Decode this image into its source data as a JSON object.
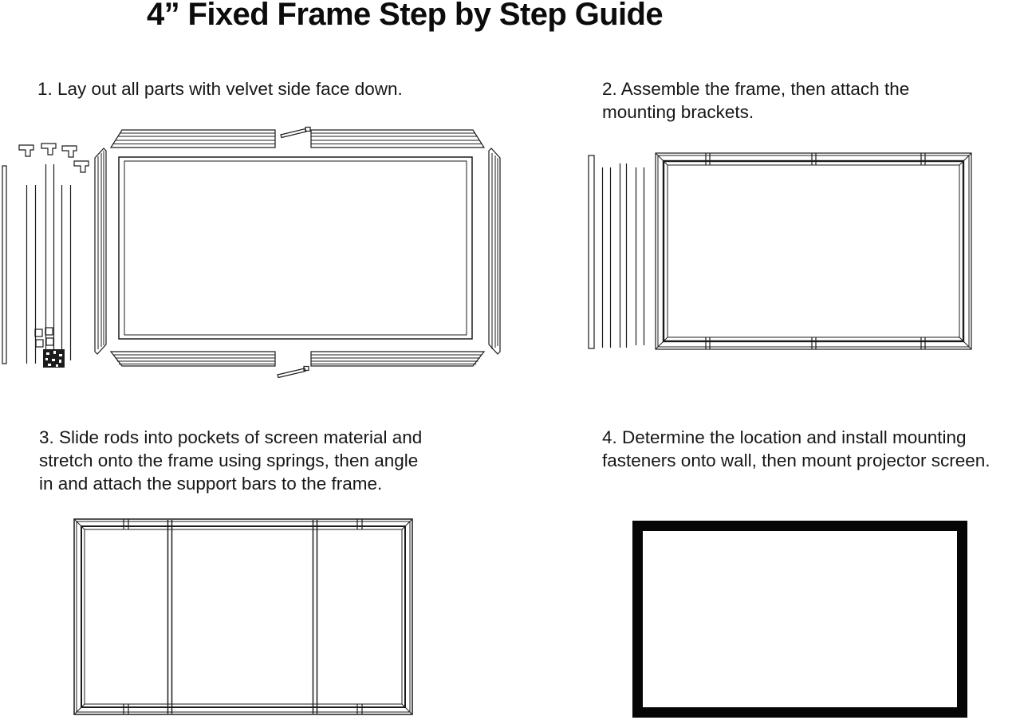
{
  "page": {
    "title": "4” Fixed Frame Step by Step Guide",
    "ink_color": "#1c1c1c",
    "background_color": "#ffffff"
  },
  "steps": [
    {
      "number": "1",
      "lines": [
        "1. Lay out all parts with velvet side face down."
      ],
      "diagram": "parts-laid-out"
    },
    {
      "number": "2",
      "lines": [
        "2. Assemble the frame, then attach the",
        "mounting brackets."
      ],
      "diagram": "assembled-frame-with-mounting-brackets"
    },
    {
      "number": "3",
      "lines": [
        "3. Slide rods into pockets of screen material and",
        "stretch onto the frame using springs, then angle",
        "in and attach the support bars to the frame."
      ],
      "diagram": "frame-with-support-bars"
    },
    {
      "number": "4",
      "lines": [
        "4. Determine the location and install mounting",
        "fasteners onto wall, then mount projector screen."
      ],
      "diagram": "wall-mounted-screen"
    }
  ]
}
